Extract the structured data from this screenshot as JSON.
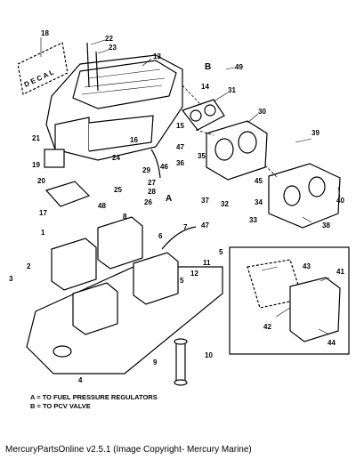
{
  "decal_text": "D E C A L",
  "callouts": {
    "p1": "1",
    "p2": "2",
    "p3": "3",
    "p4": "4",
    "p5a": "5",
    "p5b": "5",
    "p6": "6",
    "p7": "7",
    "p8": "8",
    "p9": "9",
    "p10": "10",
    "p11": "11",
    "p12": "12",
    "p13": "13",
    "p14": "14",
    "p15": "15",
    "p16": "16",
    "p17": "17",
    "p18": "18",
    "p19": "19",
    "p20": "20",
    "p21": "21",
    "p22": "22",
    "p23": "23",
    "p24": "24",
    "p25": "25",
    "p26": "26",
    "p27": "27",
    "p28": "28",
    "p29": "29",
    "p30": "30",
    "p31": "31",
    "p32": "32",
    "p33": "33",
    "p34": "34",
    "p35": "35",
    "p36": "36",
    "p37": "37",
    "p38": "38",
    "p39": "39",
    "p40": "40",
    "p41": "41",
    "p42": "42",
    "p43": "43",
    "p44": "44",
    "p45": "45",
    "p46": "46",
    "p47a": "47",
    "p47b": "47",
    "p48": "48",
    "p49": "49"
  },
  "letters": {
    "a": "A",
    "b": "B"
  },
  "legend": {
    "a": "A = TO FUEL PRESSURE REGULATORS",
    "b": "B = TO PCV VALVE"
  },
  "footer": "MercuryPartsOnline v2.5.1 (Image Copyright- Mercury Marine)"
}
